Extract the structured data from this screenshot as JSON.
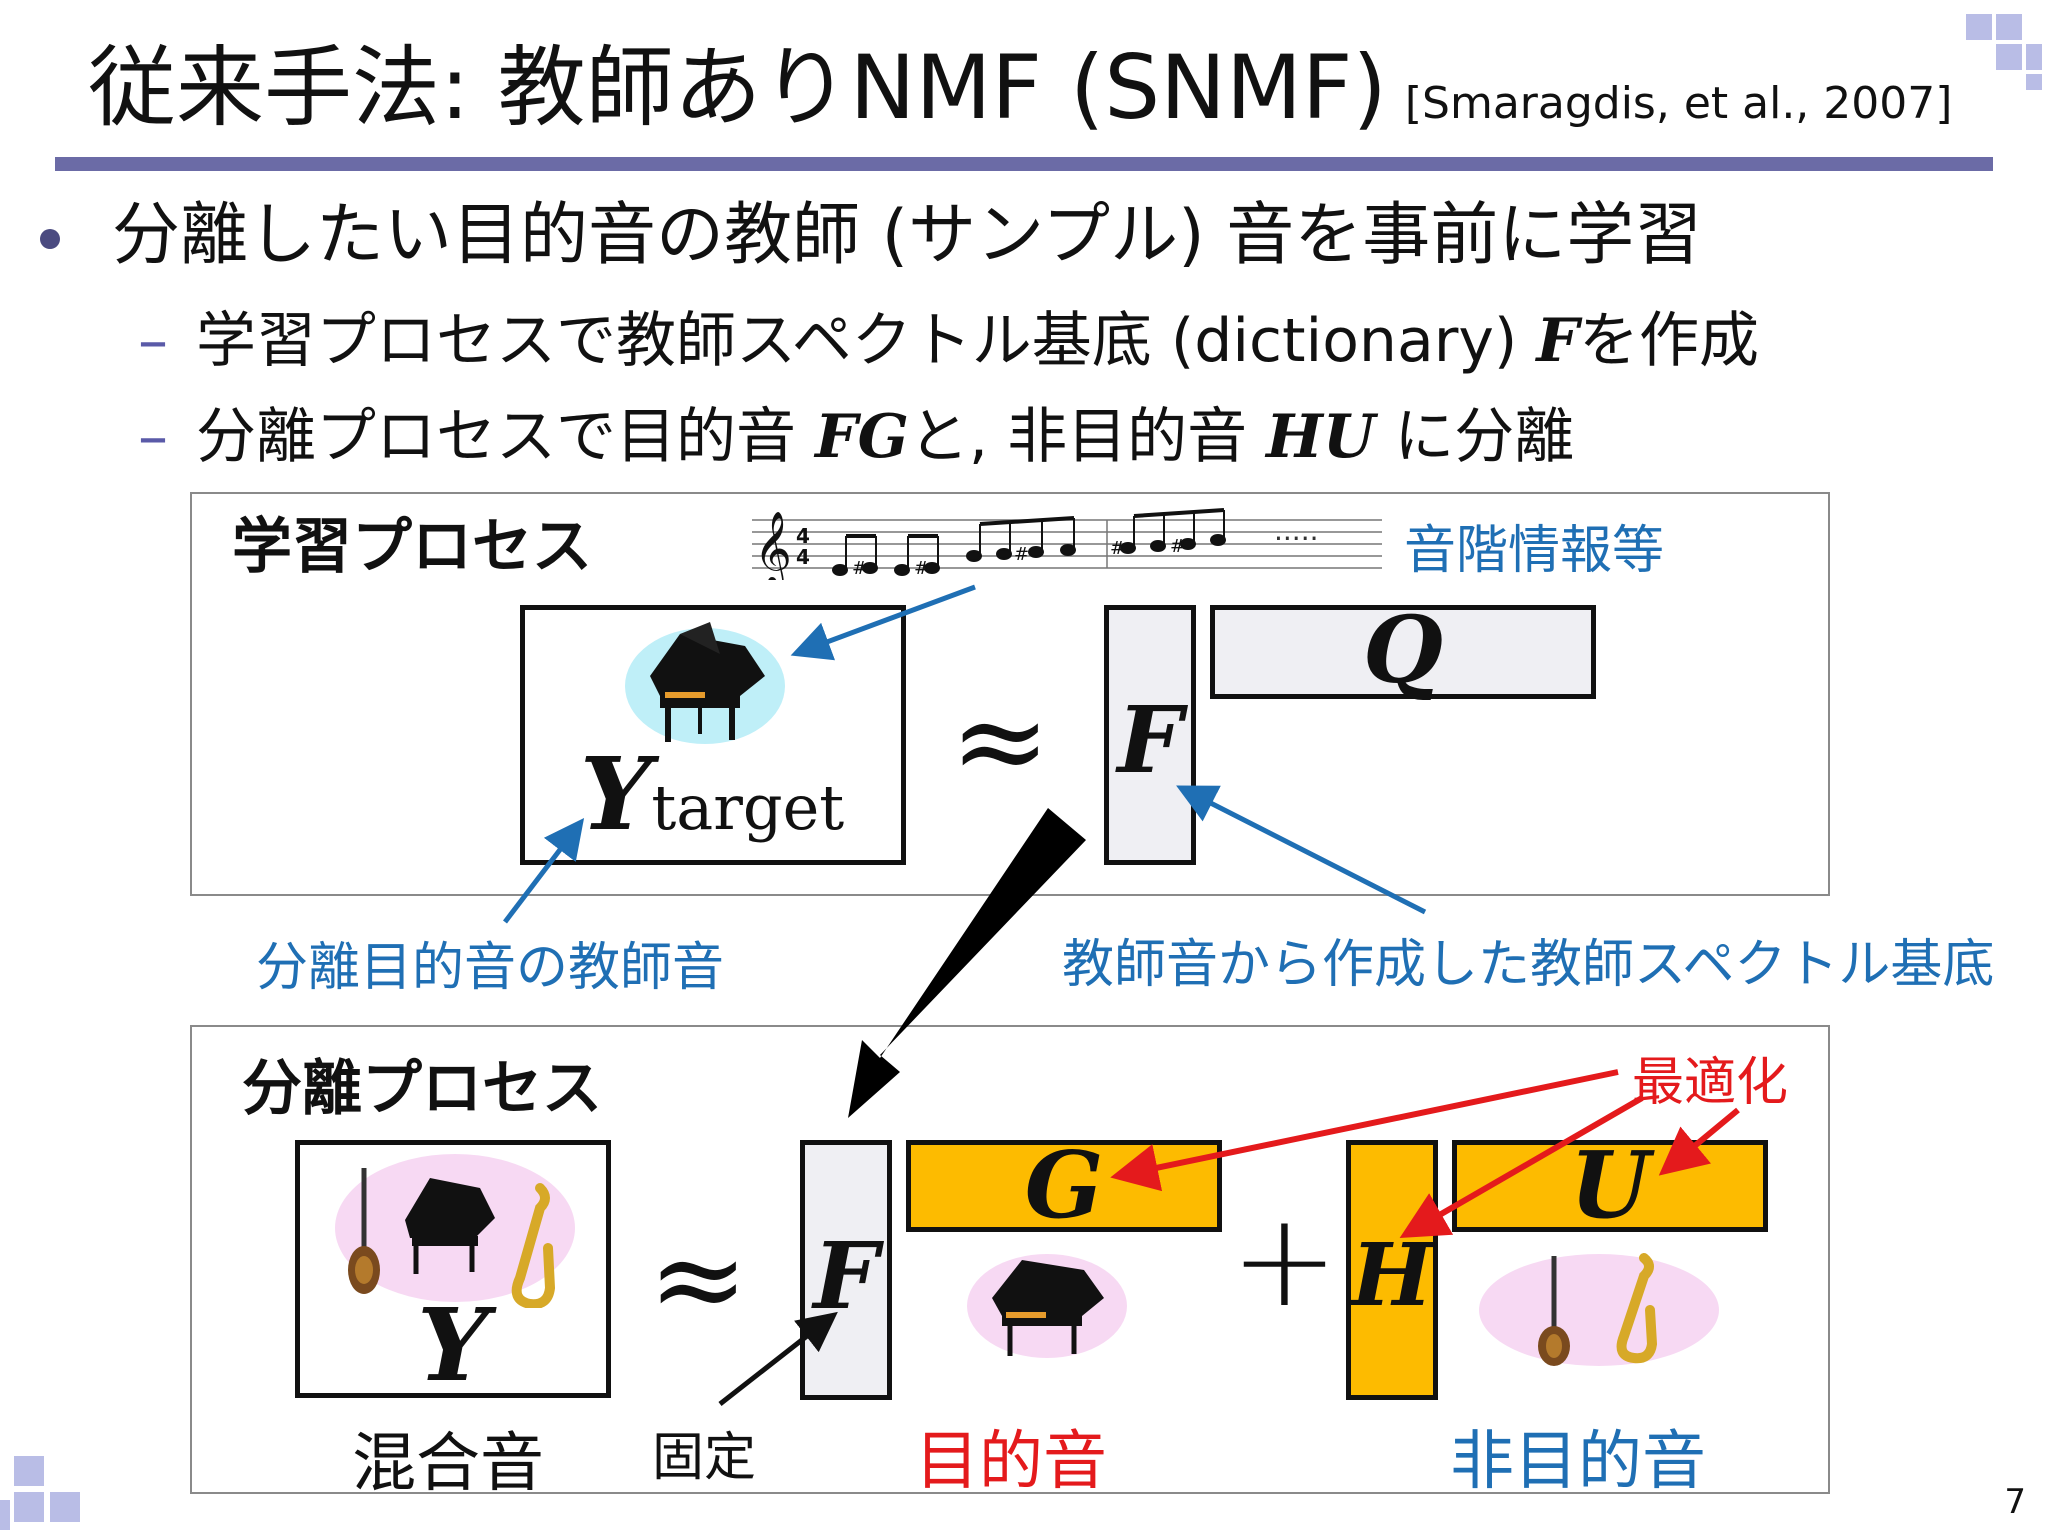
{
  "slide": {
    "title": "従来手法: 教師ありNMF (SNMF)",
    "reference": "[Smaragdis, et al., 2007]",
    "bullet": "分離したい目的音の教師 (サンプル) 音を事前に学習",
    "sub1_pre": "学習プロセスで教師スペクトル基底 (dictionary)",
    "sub1_math": "F",
    "sub1_post": "を作成",
    "sub2_pre": "分離プロセスで目的音",
    "sub2_math1": "FG",
    "sub2_mid": "と, 非目的音",
    "sub2_math2": "HU",
    "sub2_post": "に分離",
    "page_number": "7"
  },
  "learning": {
    "title": "学習プロセス",
    "score_dots": "·····",
    "score_label": "音階情報等",
    "y_main": "Y",
    "y_sub": "target",
    "approx": "≈",
    "f_label": "F",
    "q_label": "Q",
    "teacher_label": "分離目的音の教師音",
    "basis_label": "教師音から作成した教師スペクトル基底"
  },
  "separation": {
    "title": "分離プロセス",
    "y_label": "Y",
    "approx": "≈",
    "f_label": "F",
    "g_label": "G",
    "plus": "+",
    "h_label": "H",
    "u_label": "U",
    "mix_label": "混合音",
    "fixed_label": "固定",
    "target_label": "目的音",
    "nontarget_label": "非目的音",
    "optimize_label": "最適化"
  },
  "colors": {
    "accent_rule": "#6b6ba6",
    "label_blue": "#1f6fb4",
    "label_red": "#e41a1c",
    "matrix_orange": "#fdbb00",
    "matrix_gray": "#efeff3"
  }
}
